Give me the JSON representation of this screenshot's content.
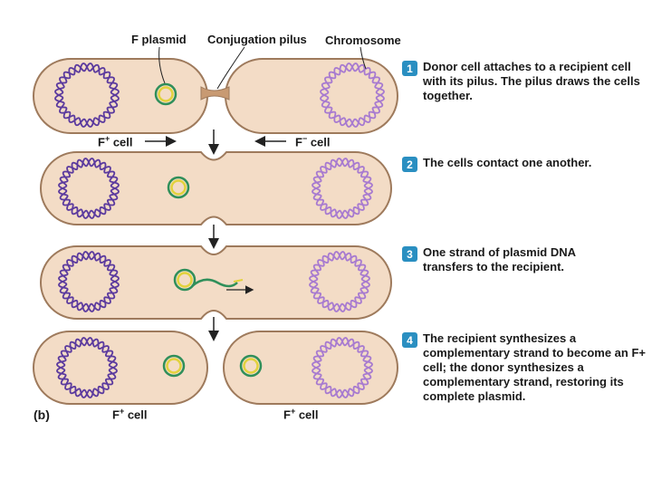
{
  "labels": {
    "f_plasmid": "F plasmid",
    "conjugation_pilus": "Conjugation pilus",
    "chromosome": "Chromosome",
    "panel": "(b)"
  },
  "cells": {
    "donor_top": "F",
    "donor_top_sup": "+",
    "donor_top_suffix": " cell",
    "recipient_top": "F",
    "recipient_top_sup": "−",
    "recipient_top_suffix": " cell",
    "bottom_left": "F",
    "bottom_left_sup": "+",
    "bottom_left_suffix": " cell",
    "bottom_right": "F",
    "bottom_right_sup": "+",
    "bottom_right_suffix": " cell"
  },
  "steps": [
    {
      "num": "1",
      "text": "Donor cell attaches to a recipient cell with its pilus. The pilus draws the cells together."
    },
    {
      "num": "2",
      "text": "The cells contact one another."
    },
    {
      "num": "3",
      "text": "One strand of plasmid DNA transfers to the recipient."
    },
    {
      "num": "4",
      "text": "The recipient synthesizes a complementary strand to become an F+ cell; the donor synthesizes a complementary strand, restoring its complete plasmid."
    }
  ],
  "colors": {
    "cell_fill": "#f3dcc6",
    "cell_stroke": "#9e7a5c",
    "chromosome_donor": "#5b3a9e",
    "chromosome_recipient": "#a77ad0",
    "plasmid_outer": "#2f8f5a",
    "plasmid_inner": "#e2d23c",
    "badge": "#2a8fc1"
  }
}
